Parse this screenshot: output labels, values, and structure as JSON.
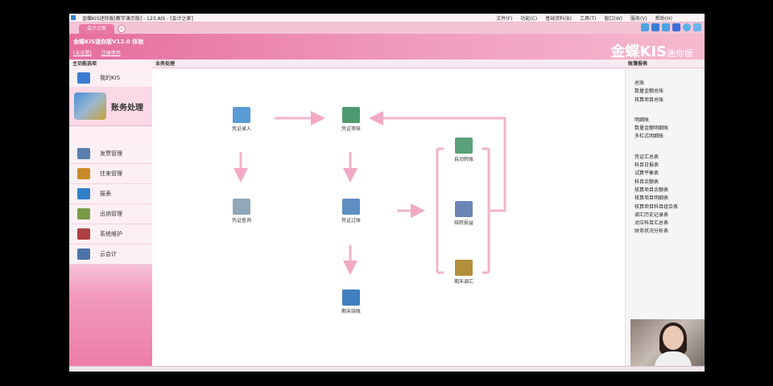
{
  "window": {
    "title": "金蝶KIS迷你版[教学演示版] - 123.AIS - [会计之家]",
    "menus": [
      "文件(F)",
      "功能(C)",
      "基础资料(B)",
      "工具(T)",
      "窗口(W)",
      "服务(V)",
      "帮助(H)"
    ]
  },
  "tabs": [
    {
      "label": "会计之家"
    }
  ],
  "header": {
    "product": "金蝶KIS迷你版V12.0 体验",
    "links": [
      "[未设置]",
      "注册使用"
    ],
    "brand_main": "金蝶KIS",
    "brand_sub": "迷你版"
  },
  "sidebar": {
    "title": "主功能选项",
    "items": [
      {
        "label": "我的KIS",
        "icon": "monitor-icon",
        "color": "#3b7bd1"
      },
      {
        "label": "账务处理",
        "icon": "calculator-icon",
        "color": "#4a8fd6"
      },
      {
        "label": "发票管理",
        "icon": "invoice-icon",
        "color": "#5a7fb0"
      },
      {
        "label": "往来管理",
        "icon": "people-icon",
        "color": "#c98a2a"
      },
      {
        "label": "报表",
        "icon": "report-icon",
        "color": "#2f7fc9"
      },
      {
        "label": "出纳管理",
        "icon": "cashier-icon",
        "color": "#7a9a4a"
      },
      {
        "label": "系统维护",
        "icon": "maintenance-icon",
        "color": "#b04040"
      },
      {
        "label": "云会计",
        "icon": "cloud-icon",
        "color": "#4d73a8"
      }
    ]
  },
  "center": {
    "title": "业务处理",
    "nodes": [
      {
        "id": "entry",
        "label": "凭证录入",
        "icon": "voucher-entry-icon",
        "color": "#5b9bd5"
      },
      {
        "id": "audit",
        "label": "凭证审核",
        "icon": "voucher-audit-icon",
        "color": "#4e9a6e"
      },
      {
        "id": "query",
        "label": "凭证查询",
        "icon": "voucher-query-icon",
        "color": "#8fa7b8"
      },
      {
        "id": "post",
        "label": "凭证过账",
        "icon": "voucher-post-icon",
        "color": "#5d8fc2"
      },
      {
        "id": "autotransfer",
        "label": "自动转账",
        "icon": "auto-transfer-icon",
        "color": "#5aa07a"
      },
      {
        "id": "profitloss",
        "label": "结转损益",
        "icon": "profit-loss-icon",
        "color": "#6b86b5"
      },
      {
        "id": "adjust",
        "label": "期末调汇",
        "icon": "exchange-adjust-icon",
        "color": "#b38f3a"
      },
      {
        "id": "close",
        "label": "期末结账",
        "icon": "period-close-icon",
        "color": "#3f7fbf"
      }
    ]
  },
  "right": {
    "title": "账簿报表",
    "groups": [
      [
        "总账",
        "数量金额总账",
        "核算项目总账"
      ],
      [
        "明细账",
        "数量金额明细账",
        "多栏式明细账"
      ],
      [
        "凭证汇总表",
        "科目日报表",
        "试算平衡表",
        "科目余额表",
        "核算项目余额表",
        "核算项目明细表",
        "核算项目科目组合表",
        "调汇历史记录表",
        "对应科目汇总表",
        "财务状况分析表"
      ]
    ]
  },
  "colors": {
    "accent": "#e978a4",
    "arrow": "#f2a9c3"
  }
}
